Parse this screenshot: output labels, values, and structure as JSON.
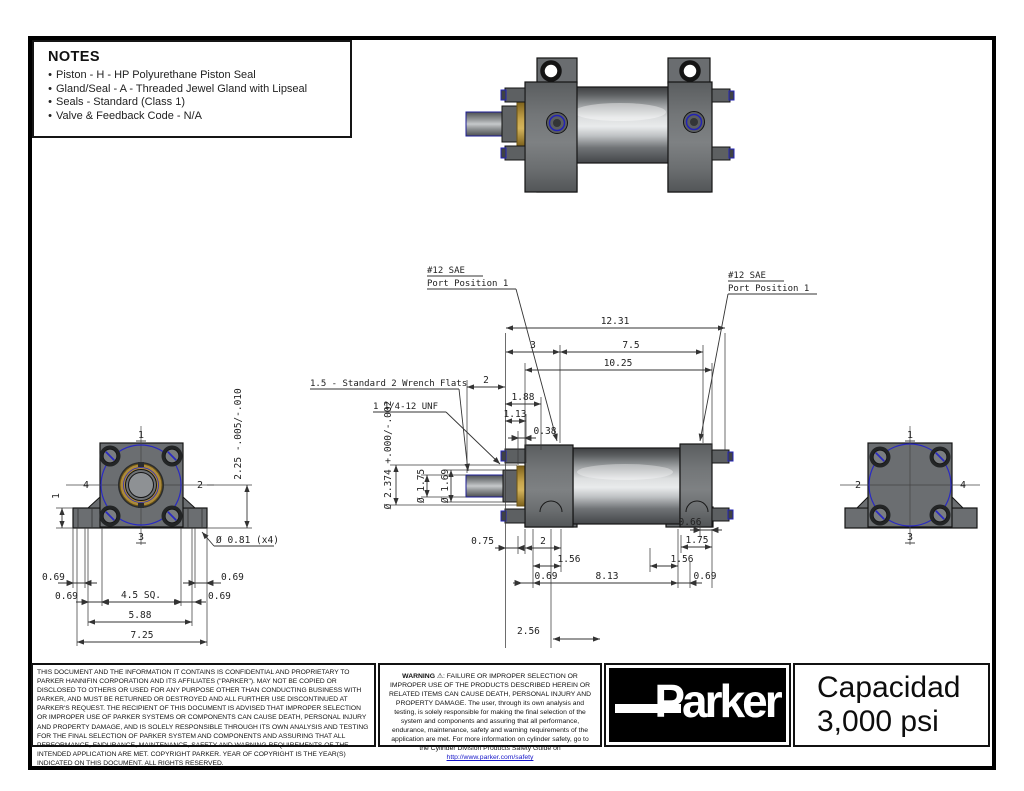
{
  "notes": {
    "title": "NOTES",
    "items": [
      "Piston - H - HP Polyurethane Piston Seal",
      "Gland/Seal - A - Threaded Jewel Gland with Lipseal",
      "Seals - Standard (Class 1)",
      "Valve & Feedback Code - N/A"
    ]
  },
  "labels": {
    "port_line1": "#12 SAE",
    "port_line2": "Port Position 1",
    "wrench_flats": "1.5 - Standard 2 Wrench Flats",
    "rod_thread": "1 1/4-12 UNF",
    "foot_hole": "Ø 0.81 (x4)"
  },
  "dims": {
    "overall": "12.31",
    "port_offset": "3",
    "port_to_port": "7.5",
    "head_to_head": "10.25",
    "rod_ext": "2",
    "gland_ext": "1.88",
    "d1_13": "1.13",
    "d0_38": "0.38",
    "rod_dia": "Ø 1.75",
    "pilot_dia": "Ø 1.69",
    "gland_od": "Ø 2.374 +.000/-.002",
    "pilot_sq": "2.25 -.005/-.010",
    "d0_75": "0.75",
    "d2": "2",
    "d1_56": "1.56",
    "d0_69": "0.69",
    "d8_13": "8.13",
    "d0_66": "0.66",
    "d1_75": "1.75",
    "stroke": "2.56",
    "foot_h": "1",
    "sq": "4.5 SQ.",
    "d5_88": "5.88",
    "d7_25": "7.25"
  },
  "positions": {
    "p1": "1",
    "p2": "2",
    "p3": "3",
    "p4": "4"
  },
  "title_block": {
    "legal": "THIS DOCUMENT AND THE INFORMATION IT CONTAINS IS CONFIDENTIAL AND PROPRIETARY TO PARKER HANNIFIN CORPORATION AND ITS AFFILIATES (\"PARKER\"). MAY NOT BE COPIED OR DISCLOSED TO OTHERS OR USED FOR ANY PURPOSE OTHER THAN CONDUCTING BUSINESS WITH PARKER, AND MUST BE RETURNED OR DESTROYED AND ALL FURTHER USE DISCONTINUED AT PARKER'S REQUEST. THE RECIPIENT OF THIS DOCUMENT IS ADVISED THAT IMPROPER SELECTION OR IMPROPER USE OF PARKER SYSTEMS OR COMPONENTS CAN CAUSE DEATH, PERSONAL INJURY AND PROPERTY DAMAGE, AND IS SOLELY RESPONSIBLE THROUGH ITS OWN ANALYSIS AND TESTING FOR THE FINAL SELECTION OF PARKER SYSTEM AND COMPONENTS AND ASSURING THAT ALL PERFORMANCE, ENDURANCE, MAINTENANCE, SAFETY AND WARNING REQUIREMENTS OF THE INTENDED APPLICATION ARE MET. COPYRIGHT PARKER. YEAR OF COPYRIGHT IS THE YEAR(S) INDICATED ON THIS DOCUMENT. ALL RIGHTS RESERVED.",
    "warning_title": "WARNING",
    "warning_icon": "⚠",
    "warning_caps": ": FAILURE OR IMPROPER SELECTION OR IMPROPER USE OF THE PRODUCTS DESCRIBED HEREIN OR RELATED ITEMS CAN CAUSE DEATH, PERSONAL INJURY AND PROPERTY DAMAGE.",
    "warning_body": "The user, through its own analysis and testing, is solely responsible for making the final selection of the system and components and assuring that all performance, endurance, maintenance, safety and warning requirements of the application are met. For more information on cylinder safety, go to the Cylinder Division Products Safety Guide on",
    "warning_link": "http://www.parker.com/safety",
    "brand": "Parker",
    "rating1": "Capacidad",
    "rating2": "3,000 psi"
  },
  "colors": {
    "accent_blue": "#2323b4",
    "brass": "#c7a54c",
    "body_gray": "#6b6e71"
  }
}
